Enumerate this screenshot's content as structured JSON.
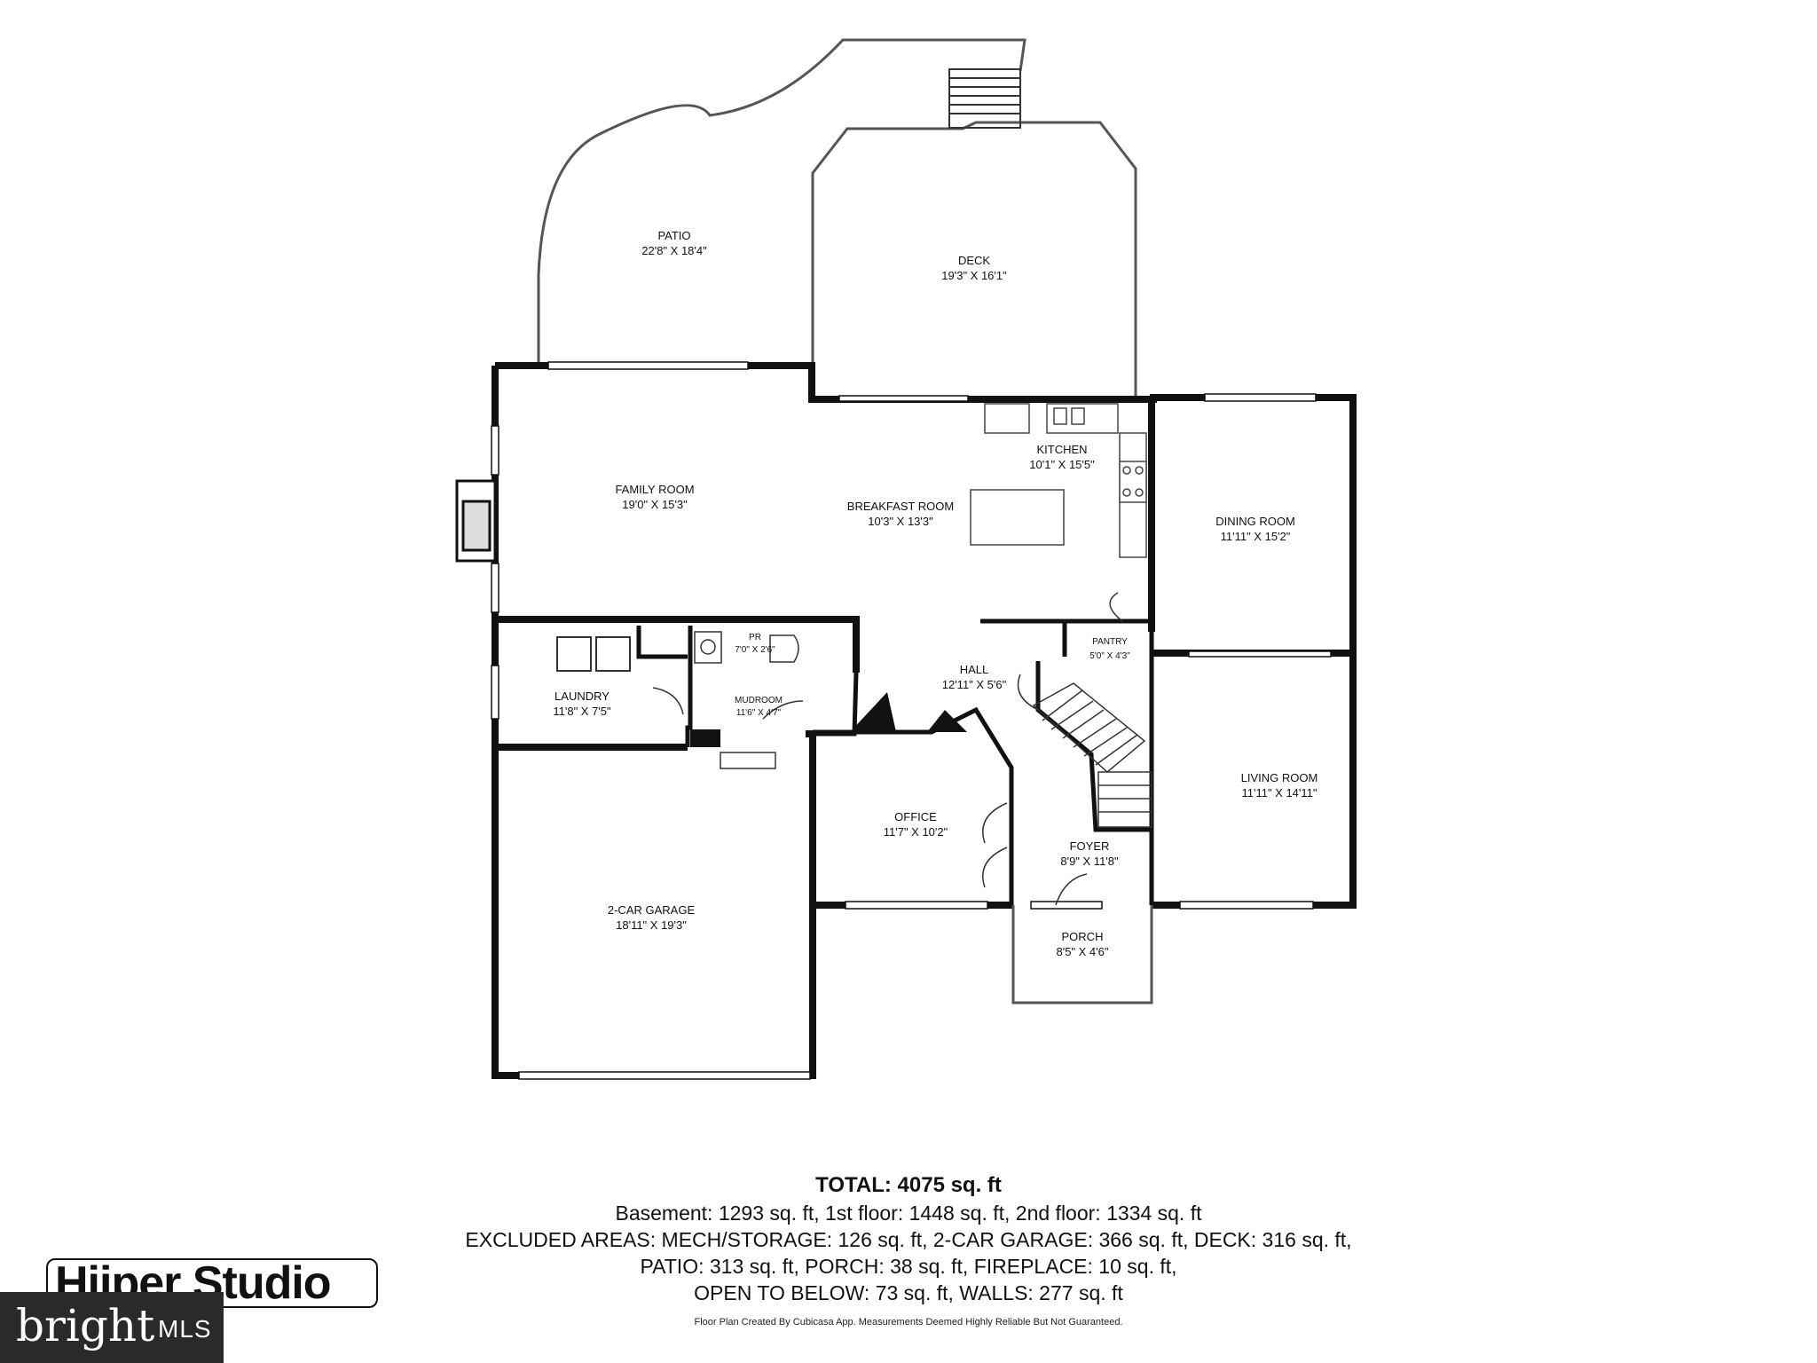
{
  "rooms": [
    {
      "name": "PATIO",
      "size": "22'8\" X 18'4\""
    },
    {
      "name": "DECK",
      "size": "19'3\" X 16'1\""
    },
    {
      "name": "FAMILY ROOM",
      "size": "19'0\" X 15'3\""
    },
    {
      "name": "KITCHEN",
      "size": "10'1\" X 15'5\""
    },
    {
      "name": "BREAKFAST ROOM",
      "size": "10'3\" X 13'3\""
    },
    {
      "name": "DINING ROOM",
      "size": "11'11\" X 15'2\""
    },
    {
      "name": "PANTRY",
      "size": "5'0\" X 4'3\""
    },
    {
      "name": "HALL",
      "size": "12'11\" X 5'6\""
    },
    {
      "name": "PR",
      "size": "7'0\" X 2'6\""
    },
    {
      "name": "LAUNDRY",
      "size": "11'8\" X 7'5\""
    },
    {
      "name": "MUDROOM",
      "size": "11'6\" X 4'7\""
    },
    {
      "name": "LIVING ROOM",
      "size": "11'11\" X 14'11\""
    },
    {
      "name": "OFFICE",
      "size": "11'7\" X 10'2\""
    },
    {
      "name": "FOYER",
      "size": "8'9\" X 11'8\""
    },
    {
      "name": "2-CAR GARAGE",
      "size": "18'11\" X 19'3\""
    },
    {
      "name": "PORCH",
      "size": "8'5\" X 4'6\""
    }
  ],
  "summary": {
    "total": "TOTAL: 4075 sq. ft",
    "lines": [
      "Basement: 1293 sq. ft, 1st floor: 1448 sq. ft, 2nd floor: 1334 sq. ft",
      "EXCLUDED AREAS: MECH/STORAGE: 126 sq. ft, 2-CAR GARAGE: 366 sq. ft, DECK: 316 sq. ft,",
      "PATIO: 313 sq. ft, PORCH: 38 sq. ft, FIREPLACE: 10 sq. ft,",
      "OPEN TO BELOW: 73 sq. ft, WALLS: 277 sq. ft"
    ],
    "disclaimer": "Floor Plan Created By Cubicasa App. Measurements Deemed Highly Reliable But Not Guaranteed."
  },
  "branding": {
    "studio": "Hiiper Studio",
    "bright": "bright",
    "mls": "MLS"
  },
  "colors": {
    "wall": "#111111",
    "thin_wall": "#555555",
    "logo_bg": "#2a2a2a"
  }
}
